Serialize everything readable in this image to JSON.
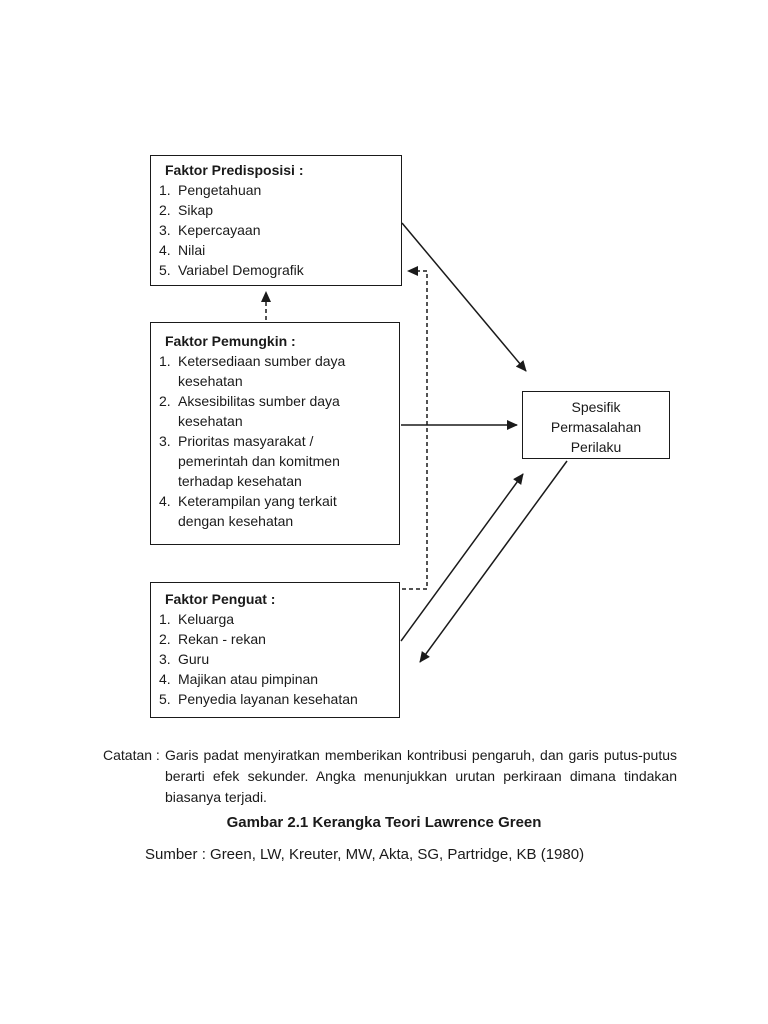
{
  "diagram": {
    "predisposisi": {
      "title": "Faktor Predisposisi :",
      "items": [
        {
          "n": "1.",
          "t": "Pengetahuan"
        },
        {
          "n": "2.",
          "t": "Sikap"
        },
        {
          "n": "3.",
          "t": "Kepercayaan"
        },
        {
          "n": "4.",
          "t": "Nilai"
        },
        {
          "n": "5.",
          "t": "Variabel Demografik"
        }
      ]
    },
    "pemungkin": {
      "title": "Faktor Pemungkin :",
      "items": [
        {
          "n": "1.",
          "t": "Ketersediaan sumber daya kesehatan"
        },
        {
          "n": "2.",
          "t": "Aksesibilitas sumber daya kesehatan"
        },
        {
          "n": "3.",
          "t": "Prioritas masyarakat / pemerintah dan komitmen terhadap kesehatan"
        },
        {
          "n": "4.",
          "t": "Keterampilan yang terkait dengan kesehatan"
        }
      ]
    },
    "penguat": {
      "title": "Faktor Penguat :",
      "items": [
        {
          "n": "1.",
          "t": "Keluarga"
        },
        {
          "n": "2.",
          "t": "Rekan - rekan"
        },
        {
          "n": "3.",
          "t": "Guru"
        },
        {
          "n": "4.",
          "t": "Majikan atau pimpinan"
        },
        {
          "n": "5.",
          "t": "Penyedia layanan kesehatan"
        }
      ]
    },
    "perilaku": {
      "lines": [
        "Spesifik",
        "Permasalahan",
        "Perilaku"
      ]
    }
  },
  "note": {
    "label": "Catatan :",
    "lines": [
      "Garis padat menyiratkan memberikan kontribusi pengaruh, dan garis putus-putus",
      "berarti efek sekunder. Angka menunjukkan urutan perkiraan dimana tindakan",
      "biasanya terjadi."
    ]
  },
  "caption": "Gambar 2.1 Kerangka Teori Lawrence Green",
  "source": "Sumber : Green, LW, Kreuter, MW, Akta, SG, Partridge, KB (1980)",
  "colors": {
    "ink": "#1a1a1a",
    "page_background": "#ffffff"
  }
}
